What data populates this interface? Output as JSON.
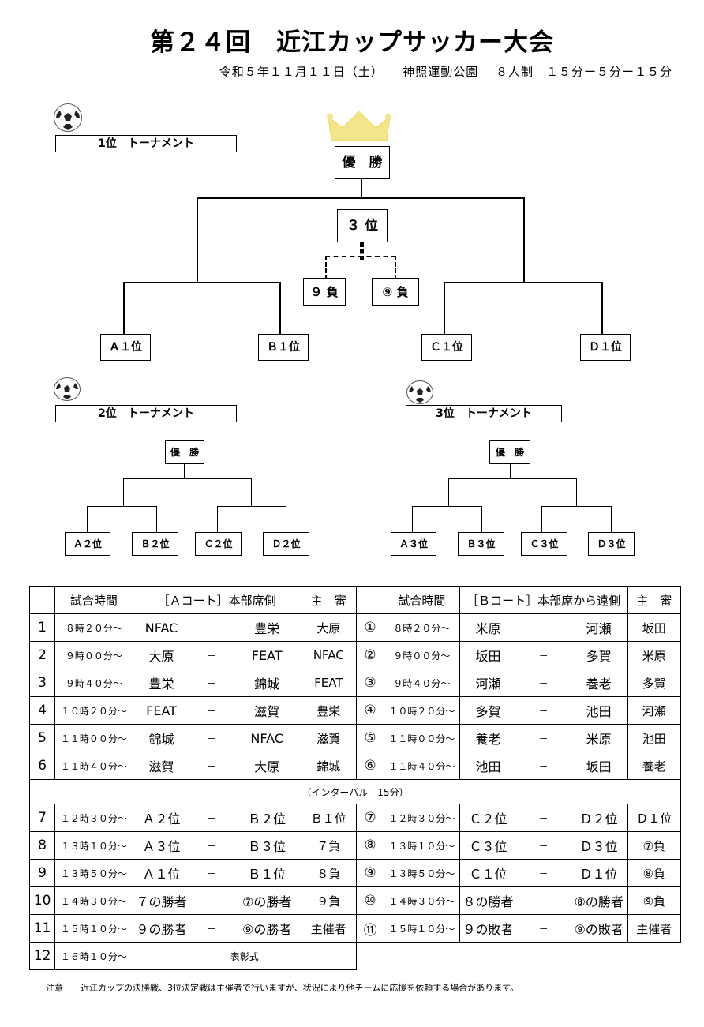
{
  "header": {
    "title": "第２４回　近江カップサッカー大会",
    "subtitle": "令和５年１１月１１日（土）　　神照運動公園　 ８人制　１５分ー５分ー１５分"
  },
  "tournament1": {
    "label": "1位　トーナメント",
    "winner": "優　勝",
    "third": "３ 位",
    "loser9": "９ 負",
    "loser9c": "⑨ 負",
    "teams": [
      "Ａ１位",
      "Ｂ１位",
      "Ｃ１位",
      "Ｄ１位"
    ]
  },
  "tournament2": {
    "label": "2位　トーナメント",
    "winner": "優　勝",
    "teams": [
      "Ａ２位",
      "Ｂ２位",
      "Ｃ２位",
      "Ｄ２位"
    ]
  },
  "tournament3": {
    "label": "3位　トーナメント",
    "winner": "優　勝",
    "teams": [
      "Ａ３位",
      "Ｂ３位",
      "Ｃ３位",
      "Ｄ３位"
    ]
  },
  "schedule": {
    "a_header": {
      "time": "試合時間",
      "court": "［Ａコート］本部席側",
      "ref": "主　審"
    },
    "b_header": {
      "time": "試合時間",
      "court": "［Ｂコート］本部席から遠側",
      "ref": "主　審"
    },
    "dash": "－",
    "a_rows": [
      {
        "no": "1",
        "time": "８時２０分～",
        "home": "NFAC",
        "away": "豊栄",
        "ref": "大原"
      },
      {
        "no": "2",
        "time": "９時００分～",
        "home": "大原",
        "away": "FEAT",
        "ref": "NFAC"
      },
      {
        "no": "3",
        "time": "９時４０分～",
        "home": "豊栄",
        "away": "錦城",
        "ref": "FEAT"
      },
      {
        "no": "4",
        "time": "１０時２０分～",
        "home": "FEAT",
        "away": "滋賀",
        "ref": "豊栄"
      },
      {
        "no": "5",
        "time": "１１時００分～",
        "home": "錦城",
        "away": "NFAC",
        "ref": "滋賀"
      },
      {
        "no": "6",
        "time": "１１時４０分～",
        "home": "滋賀",
        "away": "大原",
        "ref": "錦城"
      }
    ],
    "b_rows": [
      {
        "no": "①",
        "time": "８時２０分～",
        "home": "米原",
        "away": "河瀬",
        "ref": "坂田"
      },
      {
        "no": "②",
        "time": "９時００分～",
        "home": "坂田",
        "away": "多賀",
        "ref": "米原"
      },
      {
        "no": "③",
        "time": "９時４０分～",
        "home": "河瀬",
        "away": "養老",
        "ref": "多賀"
      },
      {
        "no": "④",
        "time": "１０時２０分～",
        "home": "多賀",
        "away": "池田",
        "ref": "河瀬"
      },
      {
        "no": "⑤",
        "time": "１１時００分～",
        "home": "養老",
        "away": "米原",
        "ref": "池田"
      },
      {
        "no": "⑥",
        "time": "１１時４０分～",
        "home": "池田",
        "away": "坂田",
        "ref": "養老"
      }
    ],
    "interval": "（インターバル　15分）",
    "a_rows2": [
      {
        "no": "7",
        "time": "１２時３０分～",
        "home": "Ａ２位",
        "away": "Ｂ２位",
        "ref": "Ｂ１位"
      },
      {
        "no": "8",
        "time": "１３時１０分～",
        "home": "Ａ３位",
        "away": "Ｂ３位",
        "ref": "７負"
      },
      {
        "no": "9",
        "time": "１３時５０分～",
        "home": "Ａ１位",
        "away": "Ｂ１位",
        "ref": "８負"
      },
      {
        "no": "10",
        "time": "１４時３０分～",
        "home": "７の勝者",
        "away": "⑦の勝者",
        "ref": "９負"
      },
      {
        "no": "11",
        "time": "１５時１０分～",
        "home": "９の勝者",
        "away": "⑨の勝者",
        "ref": "主催者"
      }
    ],
    "b_rows2": [
      {
        "no": "⑦",
        "time": "１２時３０分～",
        "home": "Ｃ２位",
        "away": "Ｄ２位",
        "ref": "Ｄ１位"
      },
      {
        "no": "⑧",
        "time": "１３時１０分～",
        "home": "Ｃ３位",
        "away": "Ｄ３位",
        "ref": "⑦負"
      },
      {
        "no": "⑨",
        "time": "１３時５０分～",
        "home": "Ｃ１位",
        "away": "Ｄ１位",
        "ref": "⑧負"
      },
      {
        "no": "⑩",
        "time": "１４時３０分～",
        "home": "８の勝者",
        "away": "⑧の勝者",
        "ref": "⑨負"
      },
      {
        "no": "⑪",
        "time": "１５時１０分～",
        "home": "９の敗者",
        "away": "⑨の敗者",
        "ref": "主催者"
      }
    ],
    "last": {
      "no": "12",
      "time": "１６時１０分～",
      "event": "表彰式"
    }
  },
  "note": "注意　　近江カップの決勝戦、3位決定戦は主催者で行いますが、状況により他チームに応援を依頼する場合があります。",
  "colors": {
    "crown": "#f3e58a"
  }
}
